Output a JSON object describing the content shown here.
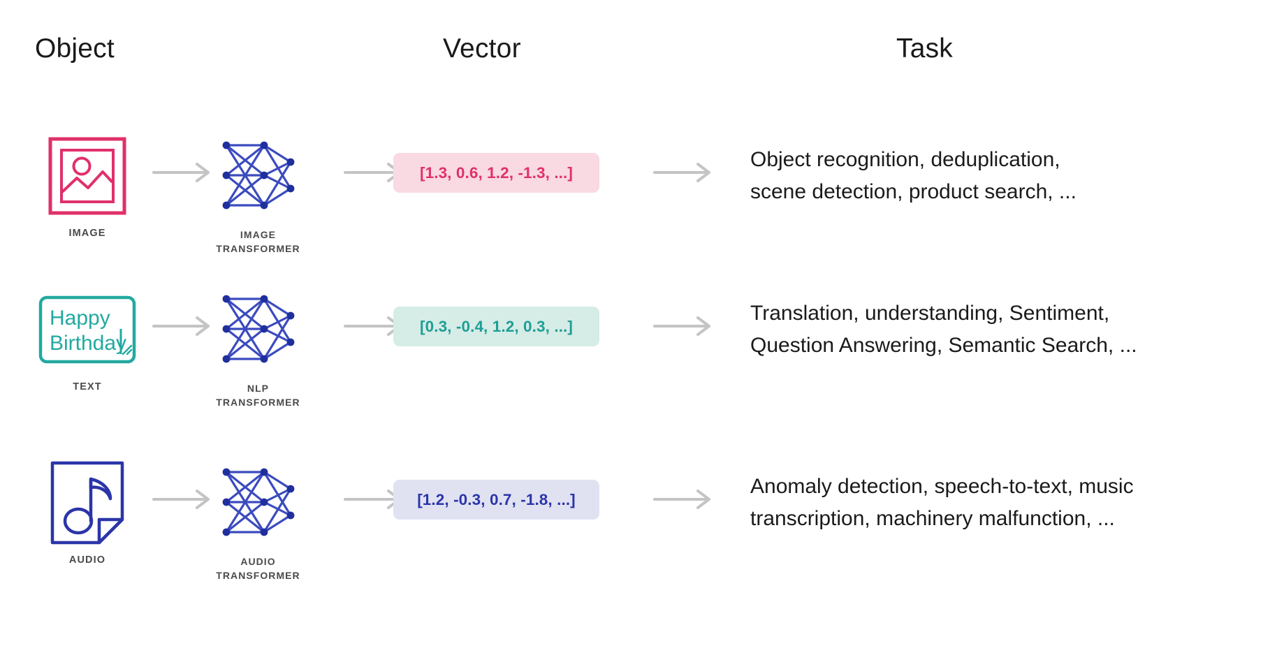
{
  "headers": {
    "object": "Object",
    "vector": "Vector",
    "task": "Task"
  },
  "colors": {
    "image_accent": "#e0306a",
    "text_accent": "#22a9a0",
    "audio_accent": "#2b35a8",
    "network_node": "#1f2f9e",
    "network_edge": "#3b4bbf",
    "arrow": "#c4c4c4",
    "heading": "#1a1a1a",
    "caption": "#4a4a4a",
    "pill_image_bg": "#f9d9e2",
    "pill_image_fg": "#e0306a",
    "pill_text_bg": "#d6ece6",
    "pill_text_fg": "#1e9e95",
    "pill_audio_bg": "#e0e2f2",
    "pill_audio_fg": "#2b35a8"
  },
  "rows": [
    {
      "object": {
        "icon": "image-photo-icon",
        "label": "IMAGE"
      },
      "arrow_1": "arrow-right-icon",
      "model": {
        "icon": "neural-network-icon",
        "label": "IMAGE\nTRANSFORMER"
      },
      "arrow_2": "arrow-right-icon",
      "vector": {
        "value": "[1.3, 0.6, 1.2, -1.3, ...]",
        "bg": "#f9d9e2",
        "fg": "#e0306a"
      },
      "arrow_3": "arrow-right-icon",
      "task": "Object recognition, deduplication,\nscene detection, product search, ..."
    },
    {
      "object": {
        "icon": "text-box-icon",
        "label": "TEXT",
        "sample_line_1": "Happy",
        "sample_line_2": "Birthday"
      },
      "arrow_1": "arrow-right-icon",
      "model": {
        "icon": "neural-network-icon",
        "label": "NLP\nTRANSFORMER"
      },
      "arrow_2": "arrow-right-icon",
      "vector": {
        "value": "[0.3, -0.4, 1.2, 0.3, ...]",
        "bg": "#d6ece6",
        "fg": "#1e9e95"
      },
      "arrow_3": "arrow-right-icon",
      "task": "Translation, understanding, Sentiment,\nQuestion Answering, Semantic Search, ..."
    },
    {
      "object": {
        "icon": "audio-file-music-note-icon",
        "label": "AUDIO"
      },
      "arrow_1": "arrow-right-icon",
      "model": {
        "icon": "neural-network-icon",
        "label": "AUDIO\nTRANSFORMER"
      },
      "arrow_2": "arrow-right-icon",
      "vector": {
        "value": "[1.2, -0.3, 0.7, -1.8, ...]",
        "bg": "#e0e2f2",
        "fg": "#2b35a8"
      },
      "arrow_3": "arrow-right-icon",
      "task": "Anomaly detection, speech-to-text, music\ntranscription, machinery malfunction, ..."
    }
  ]
}
